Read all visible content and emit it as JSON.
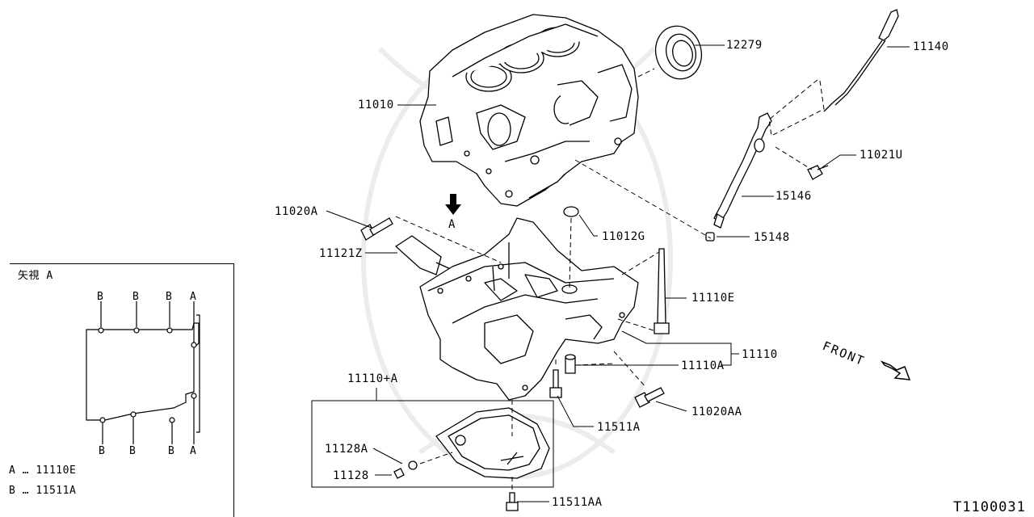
{
  "parts": {
    "p12279": "12279",
    "p11140": "11140",
    "p11010": "11010",
    "p11021u": "11021U",
    "p15146": "15146",
    "p11020a": "11020A",
    "p15148": "15148",
    "p11012g": "11012G",
    "p11121z": "11121Z",
    "p11110e": "11110E",
    "p11110": "11110",
    "p11110a": "11110A",
    "p11110plusa": "11110+A",
    "p11020aa": "11020AA",
    "p11511a": "11511A",
    "p11128a": "11128A",
    "p11128": "11128",
    "p11511aa": "11511AA"
  },
  "arrow_label": "A",
  "front_label": "FRONT",
  "view_a": {
    "title": "矢視 A",
    "top_markers": [
      "B",
      "B",
      "B",
      "A"
    ],
    "bottom_markers": [
      "B",
      "B",
      "B",
      "A"
    ],
    "legend": [
      {
        "key": "A",
        "value": "11110E"
      },
      {
        "key": "B",
        "value": "11511A"
      }
    ]
  },
  "diagram_code": "T1100031"
}
